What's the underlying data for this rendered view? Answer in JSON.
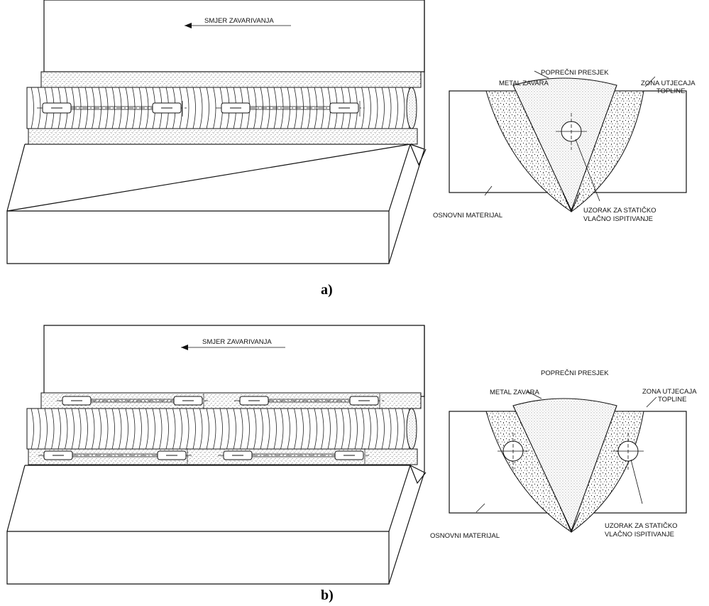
{
  "panels": [
    {
      "id": "a",
      "caption": "a)",
      "welding_direction": "SMJER ZAVARIVANJA",
      "section_title": "POPREČNI PRESJEK",
      "weld_metal": "METAL ZAVARA",
      "haz_line1": "ZONA UTJECAJA",
      "haz_line2": "TOPLINE",
      "base_material": "OSNOVNI MATERIJAL",
      "specimen_line1": "UZORAK ZA STATIČKO",
      "specimen_line2": "VLAČNO ISPITIVANJE"
    },
    {
      "id": "b",
      "caption": "b)",
      "welding_direction": "SMJER ZAVARIVANJA",
      "section_title": "POPREČNI PRESJEK",
      "weld_metal": "METAL ZAVARA",
      "haz_line1": "ZONA UTJECAJA",
      "haz_line2": "TOPLINE",
      "base_material": "OSNOVNI MATERIJAL",
      "specimen_line1": "UZORAK ZA STATIČKO",
      "specimen_line2": "VLAČNO ISPITIVANJE"
    }
  ]
}
